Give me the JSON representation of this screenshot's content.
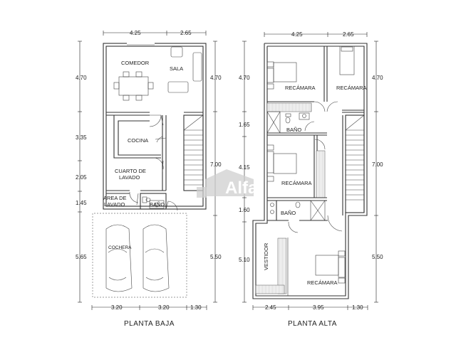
{
  "watermark": {
    "text": "Alfa"
  },
  "planta_baja": {
    "title": "PLANTA  BAJA",
    "rooms": {
      "comedor": "COMEDOR",
      "sala": "SALA",
      "cocina": "COCINA",
      "cuarto_lavado_1": "CUARTO DE",
      "cuarto_lavado_2": "LAVADO",
      "area_lavado_1": "AREA DE",
      "area_lavado_2": "LAVADO",
      "bano": "BAÑO",
      "cochera": "COCHERA"
    },
    "dims": {
      "top_left": "4.25",
      "top_right": "2.65",
      "left_1": "4.70",
      "left_2": "3.35",
      "left_3": "2.05",
      "left_4": "1.45",
      "left_5": "5.65",
      "right_1": "4.70",
      "right_2": "7.00",
      "right_3": "5.50",
      "bottom_1": "3.20",
      "bottom_2": "3.20",
      "bottom_3": "1.30"
    }
  },
  "planta_alta": {
    "title": "PLANTA  ALTA",
    "rooms": {
      "recamara_1": "RECÁMARA",
      "recamara_2": "RECÁMARA",
      "bano_1": "BAÑO",
      "recamara_3": "RECÁMARA",
      "bano_2": "BAÑO",
      "vestidor": "VESTIDOR",
      "recamara_4": "RECÁMARA"
    },
    "dims": {
      "top_left": "4.25",
      "top_right": "2.65",
      "left_1": "4.70",
      "left_2": "1.65",
      "left_3": "4.15",
      "left_4": "1.60",
      "left_5": "5.10",
      "right_1": "4.70",
      "right_2": "7.00",
      "right_3": "5.50",
      "bottom_1": "2.45",
      "bottom_2": "3.95",
      "bottom_3": "1.30"
    }
  }
}
